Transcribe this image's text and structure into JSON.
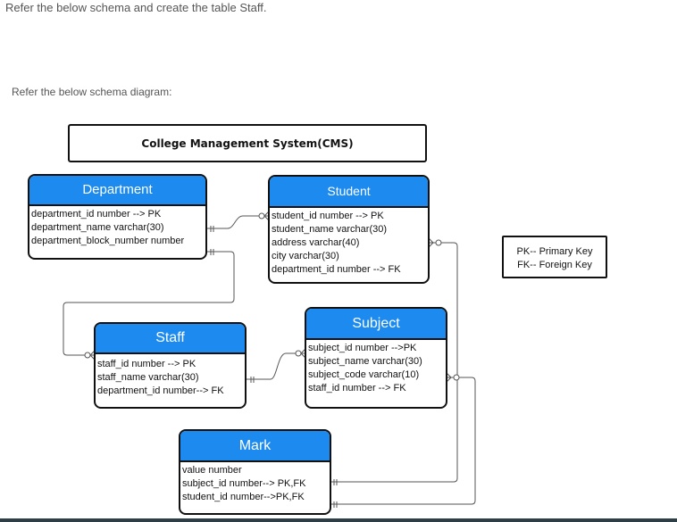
{
  "heading": "Refer the below schema and create the table Staff.",
  "subheading": "Refer the below schema diagram:",
  "diagram_title": "College Management System(CMS)",
  "entities": {
    "department": {
      "name": "Department",
      "attributes": [
        "department_id number --> PK",
        "department_name varchar(30)",
        "department_block_number number"
      ]
    },
    "student": {
      "name": "Student",
      "attributes": [
        "student_id number --> PK",
        "student_name varchar(30)",
        "address varchar(40)",
        "city varchar(30)",
        "department_id number --> FK"
      ]
    },
    "staff": {
      "name": "Staff",
      "attributes": [
        "staff_id number --> PK",
        "staff_name varchar(30)",
        "department_id number--> FK"
      ]
    },
    "subject": {
      "name": "Subject",
      "attributes": [
        "subject_id number -->PK",
        "subject_name varchar(30)",
        "subject_code varchar(10)",
        "staff_id number --> FK"
      ]
    },
    "mark": {
      "name": "Mark",
      "attributes": [
        "value number",
        "subject_id number--> PK,FK",
        "student_id number-->PK,FK"
      ]
    }
  },
  "legend": [
    "PK-- Primary Key",
    "FK-- Foreign Key"
  ]
}
